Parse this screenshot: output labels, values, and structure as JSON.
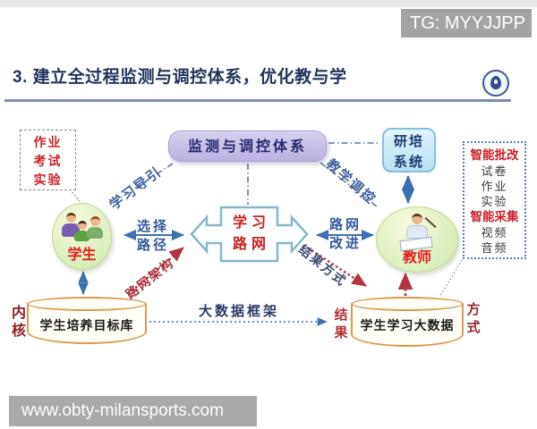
{
  "watermarks": {
    "top": "TG: MYYJJPP",
    "bottom": "www.obty-milansports.com"
  },
  "slide": {
    "title": "3. 建立全过程监测与调控体系，优化教与学",
    "diagram": {
      "monitor_box": "监测与调控体系",
      "research_box": {
        "line1": "研培",
        "line2": "系统"
      },
      "homework_box": {
        "line1": "作业",
        "line2": "考试",
        "line3": "实验"
      },
      "smart_box": {
        "title1": "智能批改",
        "item1": "试卷",
        "item2": "作业",
        "item3": "实验",
        "title2": "智能采集",
        "item4": "视频",
        "item5": "音频"
      },
      "student": "学生",
      "teacher": "教师",
      "center_shape": {
        "line1": "学习",
        "line2": "路网"
      },
      "db_left": "学生培养目标库",
      "db_right": "学生学习大数据",
      "labels": {
        "learn_guide": "学习导引",
        "teach_control": "教学调控",
        "select1": "选择",
        "select2": "路径",
        "improve1": "路网",
        "improve2": "改进",
        "network_arch": "路网架构",
        "result_method": "结果方式",
        "bigdata_frame": "大数据框架",
        "kernel": "内核",
        "result": "结果",
        "method": "方式"
      }
    }
  },
  "colors": {
    "accent_lavender": "#c3bce5",
    "accent_red": "#cc1f1f",
    "accent_blue": "#3d6fae",
    "cylinder_border": "#d99a56"
  }
}
